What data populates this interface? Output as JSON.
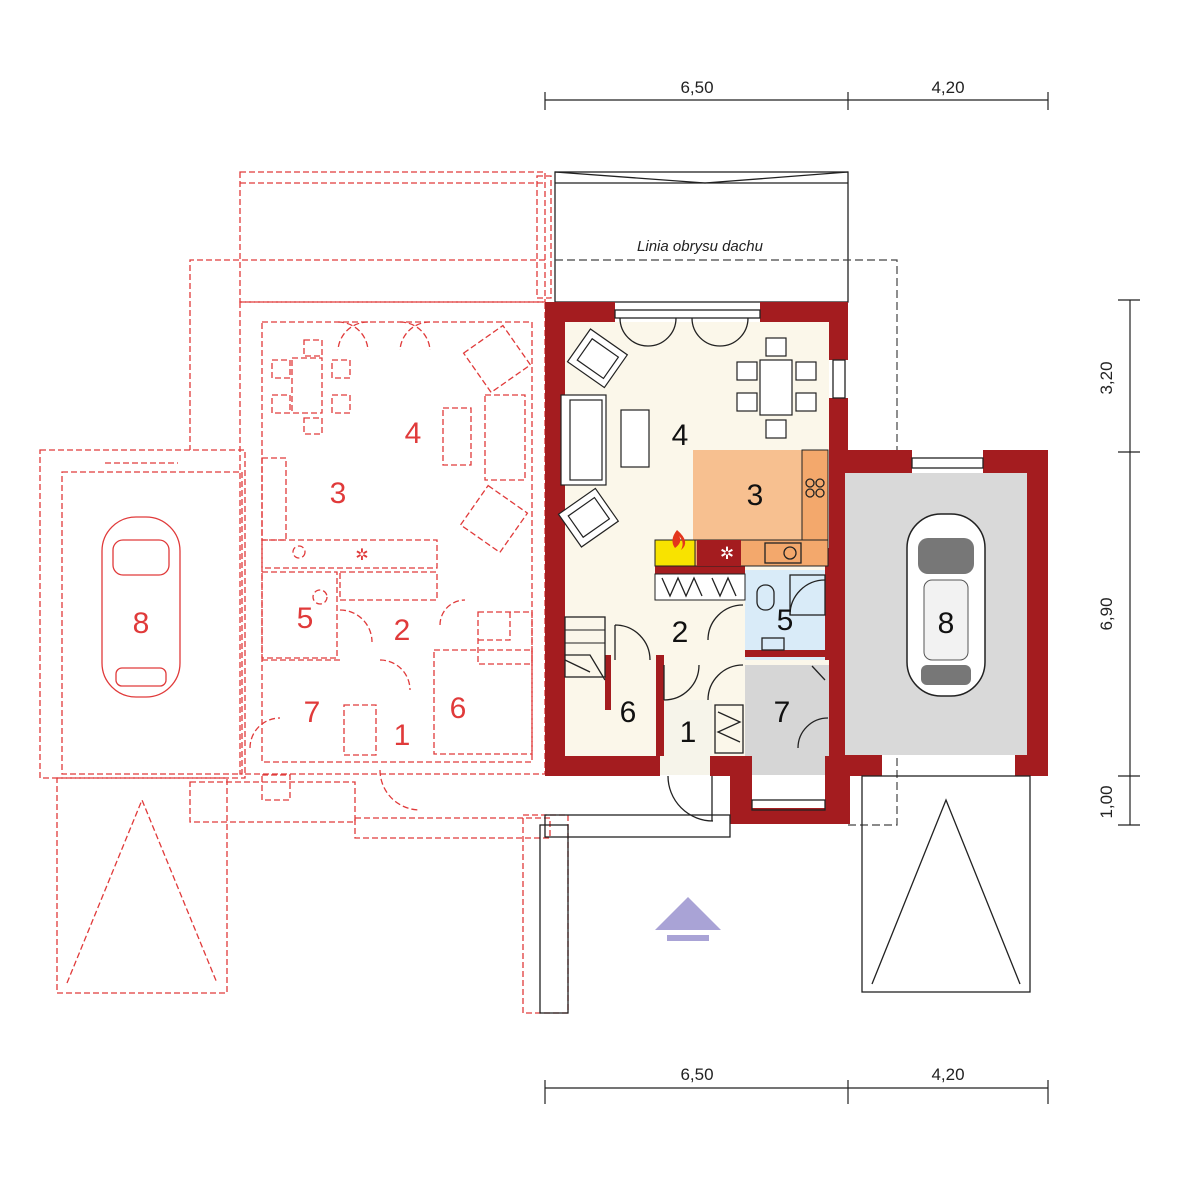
{
  "dimensions": {
    "top": [
      "6,50",
      "4,20"
    ],
    "bottom": [
      "6,50",
      "4,20"
    ],
    "right": [
      "3,20",
      "6,90",
      "1,00"
    ]
  },
  "roof_outline_label": "Linia obrysu dachu",
  "rooms": {
    "main": [
      {
        "id": "1",
        "label": "1",
        "color": "#f6f4ea"
      },
      {
        "id": "2",
        "label": "2",
        "color": "#fbf7ea"
      },
      {
        "id": "3",
        "label": "3",
        "color": "#f7c090"
      },
      {
        "id": "4",
        "label": "4",
        "color": "#fbf7ea"
      },
      {
        "id": "5",
        "label": "5",
        "color": "#d9ebf8"
      },
      {
        "id": "6",
        "label": "6",
        "color": "#fbf7ea"
      },
      {
        "id": "7",
        "label": "7",
        "color": "#d6d6d6"
      },
      {
        "id": "8",
        "label": "8",
        "color": "#d9d9d9"
      }
    ],
    "mirror": [
      "1",
      "2",
      "3",
      "4",
      "5",
      "6",
      "7",
      "8"
    ]
  },
  "colors": {
    "wall": "#a41c1f",
    "ghost": "#e03a3a",
    "entrance_arrow": "#a9a3d6"
  },
  "icons": [
    "car-icon",
    "fireplace-icon",
    "entrance-arrow-icon"
  ]
}
